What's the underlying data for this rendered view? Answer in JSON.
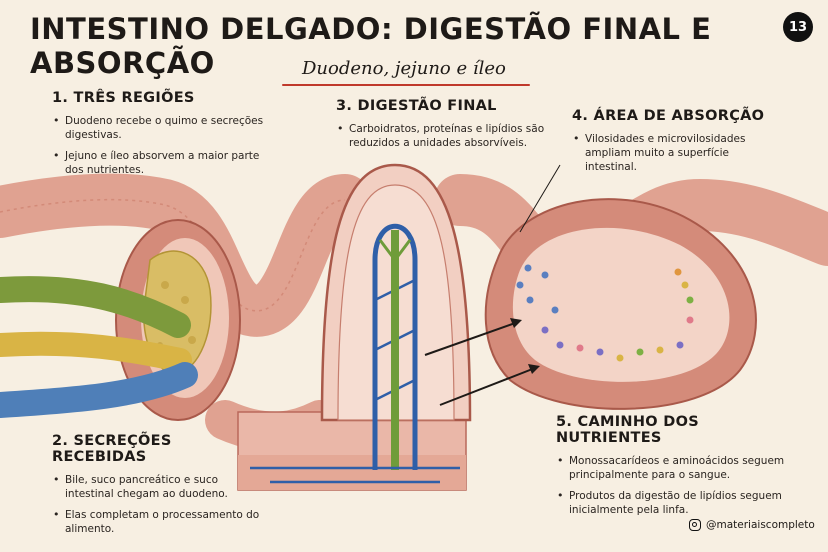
{
  "title": "INTESTINO DELGADO: DIGESTÃO FINAL E ABSORÇÃO",
  "page_number": "13",
  "subtitle": "Duodeno, jejuno e íleo",
  "sections": [
    {
      "heading": "1. TRÊS REGIÕES",
      "bullets": [
        "Duodeno recebe o quimo e secreções digestivas.",
        "Jejuno e íleo absorvem a maior parte dos nutrientes."
      ]
    },
    {
      "heading": "2. SECREÇÕES RECEBIDAS",
      "bullets": [
        "Bile, suco pancreático e suco intestinal chegam ao duodeno.",
        "Elas completam o processamento do alimento."
      ]
    },
    {
      "heading": "3. DIGESTÃO FINAL",
      "bullets": [
        "Carboidratos, proteínas e lipídios são reduzidos a unidades absorvíveis."
      ]
    },
    {
      "heading": "4. ÁREA DE ABSORÇÃO",
      "bullets": [
        "Vilosidades e microvilosidades ampliam muito a superfície intestinal."
      ]
    },
    {
      "heading": "5. CAMINHO DOS NUTRIENTES",
      "bullets": [
        "Monossacarídeos e aminoácidos seguem principalmente para o sangue.",
        "Produtos da digestão de lipídios seguem inicialmente pela linfa."
      ]
    }
  ],
  "footer": {
    "handle": "@materiaiscompleto",
    "icon": "instagram-icon"
  },
  "colors": {
    "intestine": "#e3a393",
    "intestine_dark": "#c9705f",
    "bile_duct": "#7d9a3c",
    "pancreatic_duct": "#d9b445",
    "intestinal_duct": "#4f7fb8",
    "blood_vessel": "#2f5fa8",
    "lymph_vessel": "#6f9c3a",
    "accent_line": "#c0392b"
  }
}
